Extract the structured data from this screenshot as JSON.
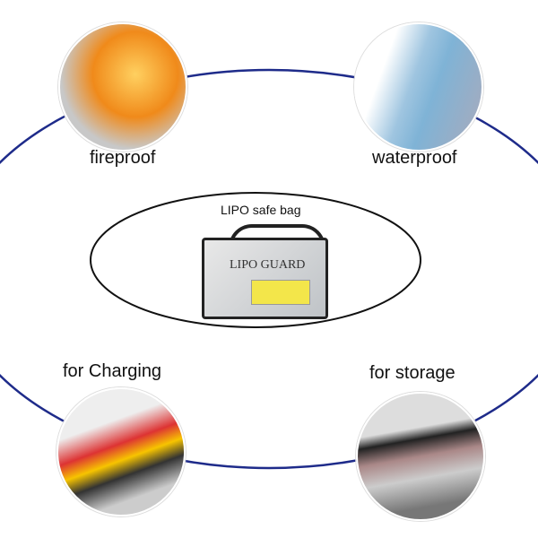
{
  "features": {
    "fireproof": "fireproof",
    "waterproof": "waterproof",
    "charging": "for Charging",
    "storage": "for storage"
  },
  "center": {
    "title": "LIPO safe bag",
    "bag_text": "LIPO GUARD"
  },
  "colors": {
    "ring": "#1e2b8a",
    "fire": "#f08a1a",
    "water": "#7fb3d6"
  }
}
